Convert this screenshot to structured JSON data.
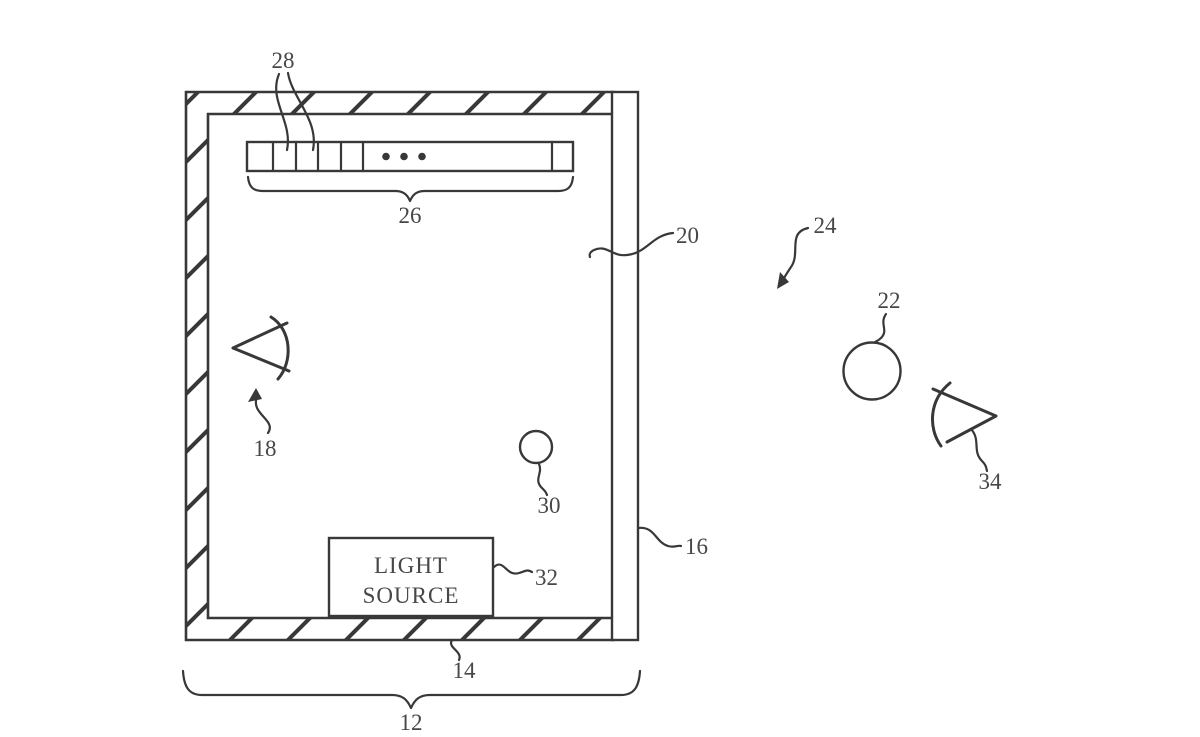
{
  "figure": {
    "title": "patent-style-drawing-electronic-device-with-light-sensing",
    "background_color": "#ffffff",
    "line_color": "#383838",
    "text_color": "#474747",
    "labels": {
      "ref12": "12",
      "ref14": "14",
      "ref16": "16",
      "ref18": "18",
      "ref20": "20",
      "ref22": "22",
      "ref24": "24",
      "ref26": "26",
      "ref28": "28",
      "ref30": "30",
      "ref32": "32",
      "ref34": "34"
    },
    "light_source_box": {
      "line1": "LIGHT",
      "line2": "SOURCE"
    },
    "icons": {
      "eye_internal": "eye-symbol",
      "eye_external": "eye-symbol",
      "ellipsis_in_sensor_bar": "three-dots",
      "pointer_24": "curved-arrow",
      "pointer_18": "curved-arrow"
    }
  }
}
